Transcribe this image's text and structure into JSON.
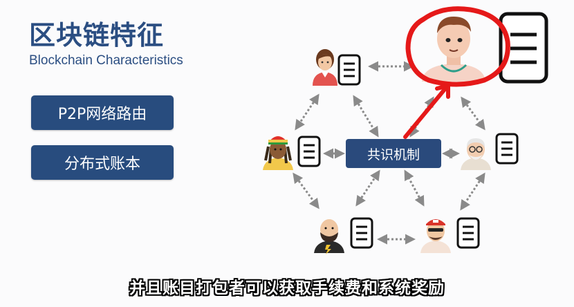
{
  "title": {
    "chinese": "区块链特征",
    "english": "Blockchain Characteristics"
  },
  "features": {
    "p2p_label": "P2P网络路由",
    "ledger_label": "分布式账本"
  },
  "diagram": {
    "center_label": "共识机制",
    "nodes": [
      {
        "name": "woman"
      },
      {
        "name": "highlighted-man"
      },
      {
        "name": "rasta-man"
      },
      {
        "name": "old-man"
      },
      {
        "name": "bald-bearded-man"
      },
      {
        "name": "pirate-man"
      }
    ]
  },
  "annotation": {
    "color": "#e51919"
  },
  "subtitle": "并且账目打包者可以获取手续费和系统奖励",
  "colors": {
    "brand_blue": "#2b4e82",
    "button_blue": "#284c7e",
    "arrow_gray": "#8a8a8a"
  }
}
